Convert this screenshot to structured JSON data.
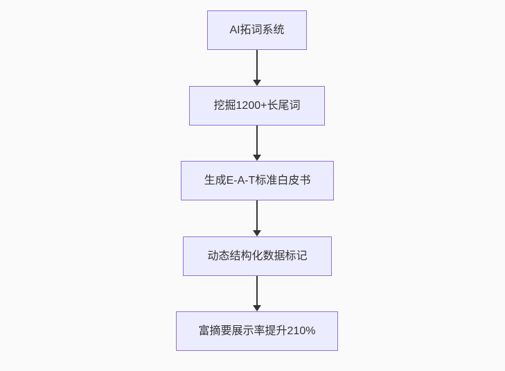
{
  "flowchart": {
    "type": "vertical-flow",
    "nodes": [
      {
        "id": "A",
        "label": "AI拓词系统"
      },
      {
        "id": "B",
        "label": "挖掘1200+长尾词"
      },
      {
        "id": "C",
        "label": "生成E-A-T标准白皮书"
      },
      {
        "id": "D",
        "label": "动态结构化数据标记"
      },
      {
        "id": "E",
        "label": "富摘要展示率提升210%"
      }
    ],
    "edges": [
      {
        "from": "A",
        "to": "B"
      },
      {
        "from": "B",
        "to": "C"
      },
      {
        "from": "C",
        "to": "D"
      },
      {
        "from": "D",
        "to": "E"
      }
    ],
    "colors": {
      "node_fill": "#ECECFF",
      "node_border": "#9370DB",
      "node_text": "#333333",
      "arrow": "#333333",
      "background": "#fafafa"
    }
  }
}
